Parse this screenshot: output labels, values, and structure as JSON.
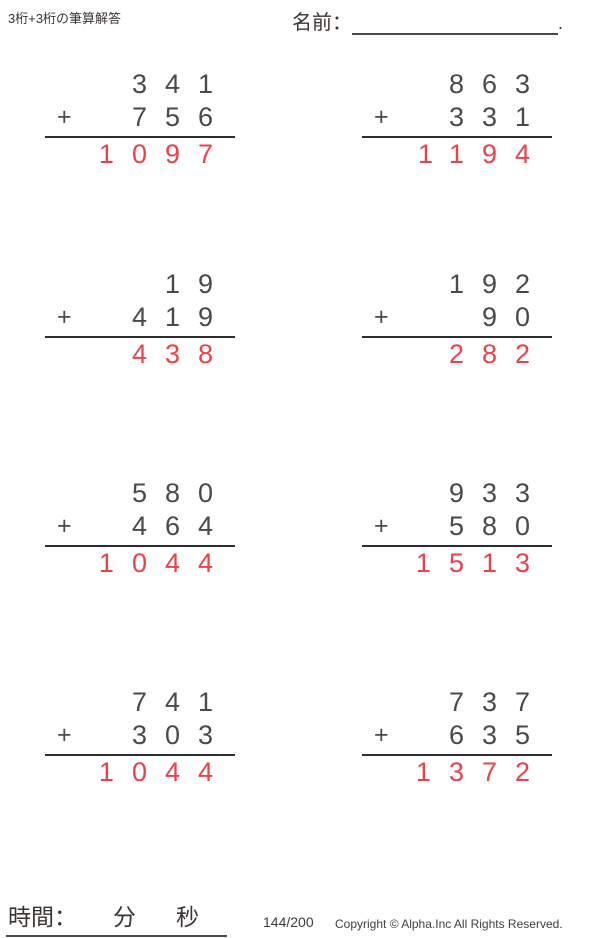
{
  "header": {
    "title": "3桁+3桁の筆算解答",
    "name_label": "名前：",
    "name_suffix": "."
  },
  "problems": [
    {
      "operator": "+",
      "op1": "341",
      "op2": "756",
      "answer": "1097"
    },
    {
      "operator": "+",
      "op1": "863",
      "op2": "331",
      "answer": "1194"
    },
    {
      "operator": "+",
      "op1": "19",
      "op2": "419",
      "answer": "438"
    },
    {
      "operator": "+",
      "op1": "192",
      "op2": "90",
      "answer": "282"
    },
    {
      "operator": "+",
      "op1": "580",
      "op2": "464",
      "answer": "1044"
    },
    {
      "operator": "+",
      "op1": "933",
      "op2": "580",
      "answer": "1513"
    },
    {
      "operator": "+",
      "op1": "741",
      "op2": "303",
      "answer": "1044"
    },
    {
      "operator": "+",
      "op1": "737",
      "op2": "635",
      "answer": "1372"
    }
  ],
  "footer": {
    "time_label": "時間：",
    "minutes_label": "分",
    "seconds_label": "秒",
    "page_number": "144/200",
    "copyright": "Copyright © Alpha.Inc All Rights Reserved."
  },
  "colors": {
    "answer_red": "#ee404b",
    "digit_gray": "#4a4a4a"
  }
}
